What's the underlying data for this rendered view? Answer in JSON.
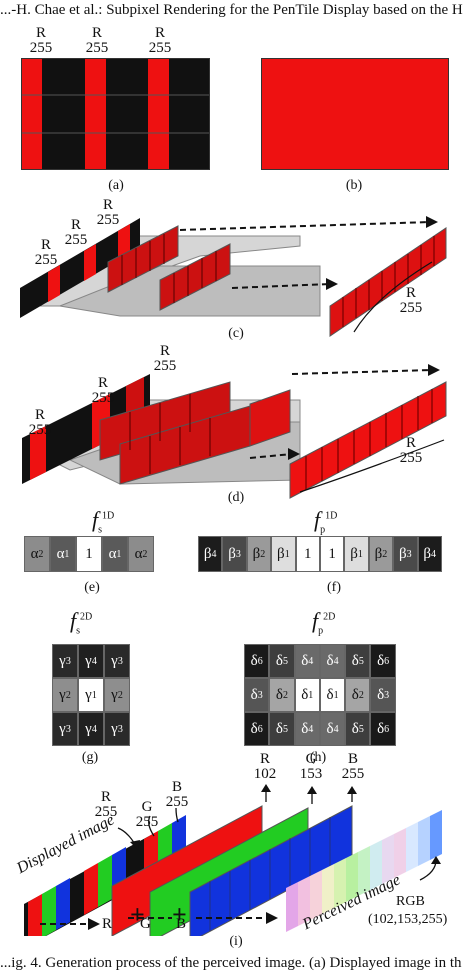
{
  "header": "...-H. Chae et al.: Subpixel Rendering for the PenTile Display based on the H",
  "footer": "...ig. 4.  Generation process of the perceived image. (a) Displayed image in th",
  "panel_a": {
    "labels": [
      {
        "ch": "R",
        "val": "255"
      },
      {
        "ch": "R",
        "val": "255"
      },
      {
        "ch": "R",
        "val": "255"
      }
    ]
  },
  "captions": [
    "(a)",
    "(b)",
    "(c)",
    "(d)",
    "(e)",
    "(f)",
    "(g)",
    "(h)",
    "(i)"
  ],
  "panel_c": {
    "labels": [
      {
        "ch": "R",
        "val": "255"
      },
      {
        "ch": "R",
        "val": "255"
      },
      {
        "ch": "R",
        "val": "255"
      },
      {
        "ch": "R",
        "val": "255"
      }
    ]
  },
  "panel_d": {
    "labels": [
      {
        "ch": "R",
        "val": "255"
      },
      {
        "ch": "R",
        "val": "255"
      },
      {
        "ch": "R",
        "val": "255"
      },
      {
        "ch": "R",
        "val": "255"
      }
    ]
  },
  "filter_e": {
    "title_base": "f",
    "sub": "s",
    "sup": "1D",
    "cells": [
      "α2",
      "α1",
      "1",
      "α1",
      "α2"
    ],
    "shades": [
      "#8c8c8c",
      "#5a5a5a",
      "#ffffff",
      "#5a5a5a",
      "#8c8c8c"
    ]
  },
  "filter_f": {
    "title_base": "f",
    "sub": "p",
    "sup": "1D",
    "cells": [
      "β4",
      "β3",
      "β2",
      "β1",
      "1",
      "1",
      "β1",
      "β2",
      "β3",
      "β4"
    ],
    "shades": [
      "#1c1c1c",
      "#4a4a4a",
      "#9a9a9a",
      "#dedede",
      "#ffffff",
      "#ffffff",
      "#dedede",
      "#9a9a9a",
      "#4a4a4a",
      "#1c1c1c"
    ]
  },
  "filter_g": {
    "title_base": "f",
    "sub": "s",
    "sup": "2D",
    "cells": [
      [
        "γ3",
        "γ4",
        "γ3"
      ],
      [
        "γ2",
        "γ1",
        "γ2"
      ],
      [
        "γ3",
        "γ4",
        "γ3"
      ]
    ],
    "shades": [
      [
        "#2a2a2a",
        "#202020",
        "#2a2a2a"
      ],
      [
        "#8e8e8e",
        "#ffffff",
        "#8e8e8e"
      ],
      [
        "#2a2a2a",
        "#202020",
        "#2a2a2a"
      ]
    ]
  },
  "filter_h": {
    "title_base": "f",
    "sub": "p",
    "sup": "2D",
    "cells": [
      [
        "δ6",
        "δ5",
        "δ4",
        "δ4",
        "δ5",
        "δ6"
      ],
      [
        "δ3",
        "δ2",
        "δ1",
        "δ1",
        "δ2",
        "δ3"
      ],
      [
        "δ6",
        "δ5",
        "δ4",
        "δ4",
        "δ5",
        "δ6"
      ]
    ],
    "shades": [
      [
        "#1a1a1a",
        "#3e3e3e",
        "#6a6a6a",
        "#6a6a6a",
        "#3e3e3e",
        "#1a1a1a"
      ],
      [
        "#555555",
        "#a5a5a5",
        "#ffffff",
        "#ffffff",
        "#a5a5a5",
        "#555555"
      ],
      [
        "#1a1a1a",
        "#3e3e3e",
        "#6a6a6a",
        "#6a6a6a",
        "#3e3e3e",
        "#1a1a1a"
      ]
    ]
  },
  "panel_i": {
    "top_labels": [
      {
        "ch": "R",
        "val": "255"
      },
      {
        "ch": "G",
        "val": "255"
      },
      {
        "ch": "B",
        "val": "255"
      },
      {
        "ch": "R",
        "val": "102"
      },
      {
        "ch": "G",
        "val": "153"
      },
      {
        "ch": "B",
        "val": "255"
      }
    ],
    "displayed_label": "Displayed image",
    "perceived_label": "Perceived image",
    "bottom_labels": [
      "R",
      "G",
      "B"
    ],
    "rgb_label": "RGB",
    "rgb_value": "(102,153,255)",
    "plus": "+"
  },
  "colors": {
    "red": "#ee1111",
    "green": "#22cc22",
    "blue": "#1133dd",
    "dark": "#111111"
  }
}
